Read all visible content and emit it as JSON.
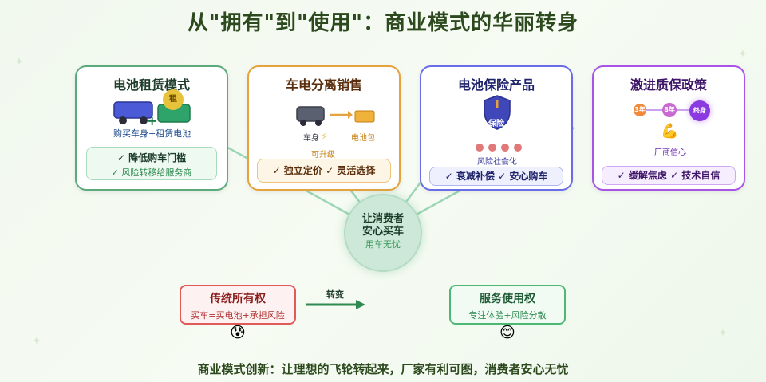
{
  "title": "从\"拥有\"到\"使用\"：商业模式的华丽转身",
  "cards": [
    {
      "title": "电池租赁模式",
      "badge": "租",
      "caption": "购买车身+租赁电池",
      "points": [
        "✓ 降低购车门槛",
        "✓ 风险转移给服务商"
      ],
      "color": "#5aaa7a"
    },
    {
      "title": "车电分离销售",
      "body_label": "车身",
      "battery_label": "电池包",
      "upgrade_label": "可升级",
      "points": [
        "✓ 独立定价 ✓ 灵活选择"
      ],
      "color": "#e6a23c"
    },
    {
      "title": "电池保险产品",
      "shield_label": "保险",
      "caption": "风险社会化",
      "points": [
        "✓ 衰减补偿 ✓ 安心购车"
      ],
      "color": "#6a6ee6"
    },
    {
      "title": "激进质保政策",
      "timeline": [
        "3年",
        "8年",
        "终身"
      ],
      "caption": "厂商信心",
      "points": [
        "✓ 缓解焦虑 ✓ 技术自信"
      ],
      "color": "#a855e6"
    }
  ],
  "center": {
    "line1": "让消费者",
    "line2": "安心买车",
    "line3": "用车无忧"
  },
  "transition": {
    "from_title": "传统所有权",
    "from_desc": "买车=买电池+承担风险",
    "from_emoji": "😰",
    "arrow_label": "转变",
    "to_title": "服务使用权",
    "to_desc": "专注体验+风险分散",
    "to_emoji": "😊"
  },
  "footer": "商业模式创新：让理想的飞轮转起来，厂家有利可图，消费者安心无忧"
}
